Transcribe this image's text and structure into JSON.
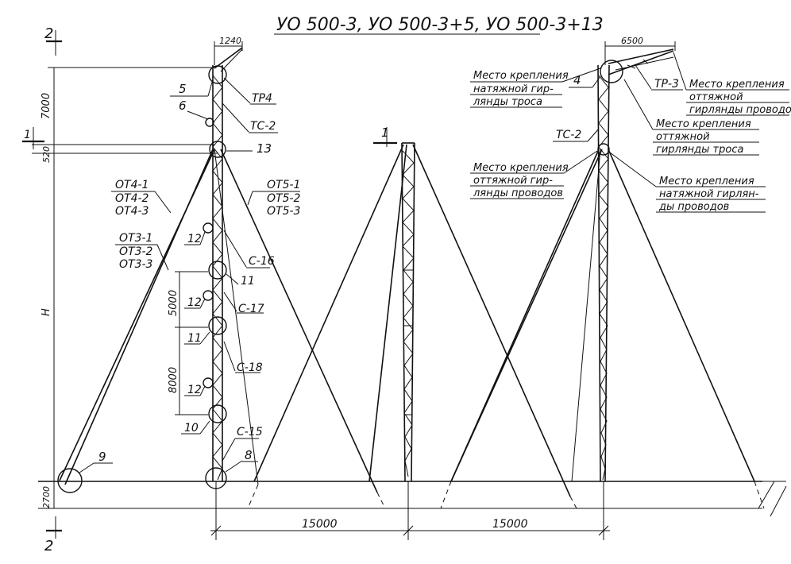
{
  "title": "УО 500-3, УО 500-3+5, УО 500-3+13",
  "section_marks": {
    "section_2": "2",
    "section_1": "1"
  },
  "dimensions": {
    "top_width": "1240",
    "top_height": "7000",
    "section_height": "520",
    "h_label": "H",
    "d5000": "5000",
    "d8000": "8000",
    "base_depth": "2700",
    "span_left": "15000",
    "span_right": "15000",
    "arm_width": "6500"
  },
  "left_labels": {
    "n5": "5",
    "n6": "6",
    "n13": "13",
    "tr4": "ТР4",
    "tc2": "ТС-2",
    "ot4_1": "ОТ4-1",
    "ot4_2": "ОТ4-2",
    "ot4_3": "ОТ4-3",
    "ot3_1": "ОТ3-1",
    "ot3_2": "ОТ3-2",
    "ot3_3": "ОТ3-3",
    "ot5_1": "ОТ5-1",
    "ot5_2": "ОТ5-2",
    "ot5_3": "ОТ5-3",
    "n12a": "12",
    "c16": "С-16",
    "n11a": "11",
    "n12b": "12",
    "c17": "С-17",
    "n11b": "11",
    "c18": "С-18",
    "n12c": "12",
    "n10": "10",
    "c15": "С-15",
    "n8": "8",
    "n9": "9"
  },
  "right_labels": {
    "n4": "4",
    "tr3": "ТР-3",
    "tc2": "ТС-2",
    "note1_l1": "Место крепления",
    "note1_l2": "натяжной гир-",
    "note1_l3": "лянды троса",
    "note2_l1": "Место крепления",
    "note2_l2": "оттяжной",
    "note2_l3": "гирлянды проводов",
    "note3_l1": "Место крепления",
    "note3_l2": "оттяжной",
    "note3_l3": "гирлянды троса",
    "note4_l1": "Место крепления",
    "note4_l2": "оттяжной гир-",
    "note4_l3": "лянды проводов",
    "note5_l1": "Место крепления",
    "note5_l2": "натяжной гирлян-",
    "note5_l3": "ды проводов"
  }
}
